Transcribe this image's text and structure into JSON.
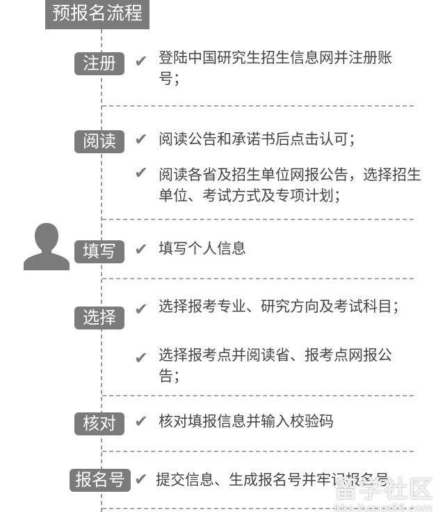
{
  "title": "预报名流程",
  "steps": [
    {
      "label": "注册",
      "items": [
        "登陆中国研究生招生信息网并注册账号；"
      ]
    },
    {
      "label": "阅读",
      "items": [
        "阅读公告和承诺书后点击认可；",
        "阅读各省及招生单位网报公告，选择招生单位、考试方式及专项计划；"
      ]
    },
    {
      "label": "填写",
      "items": [
        "填写个人信息"
      ]
    },
    {
      "label": "选择",
      "items": [
        "选择报考专业、研究方向及考试科目；",
        "选择报考点并阅读省、报考点网报公告；"
      ]
    },
    {
      "label": "核对",
      "items": [
        "核对填报信息并输入校验码"
      ]
    },
    {
      "label": "报名号",
      "items": [
        "提交信息、生成报名号并牢记报名号"
      ]
    }
  ],
  "check_glyph": "✔",
  "watermark": {
    "main": "留学社区",
    "url": "bbs.liuxue86.com"
  }
}
